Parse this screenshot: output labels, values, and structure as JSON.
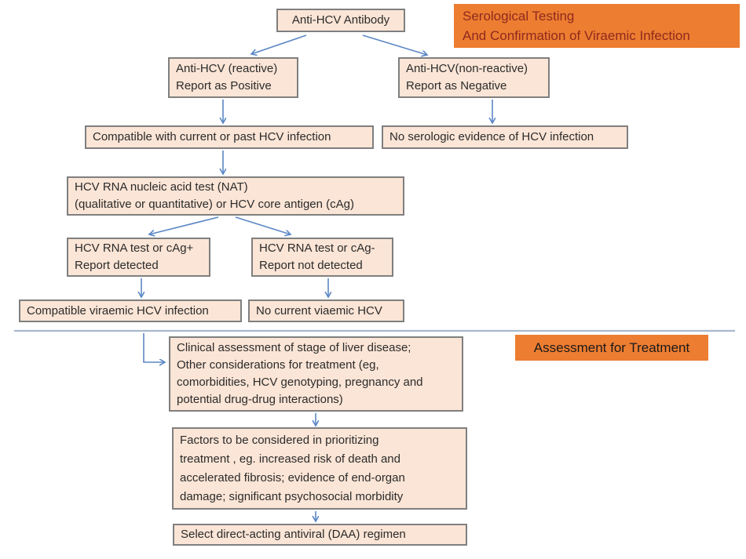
{
  "banners": {
    "serological": {
      "line1": "Serological Testing",
      "line2": "And Confirmation of Viraemic Infection"
    },
    "assessment": {
      "label": "Assessment for Treatment"
    }
  },
  "boxes": {
    "antibody": {
      "label": "Anti-HCV Antibody"
    },
    "reactive": {
      "line1": "Anti-HCV (reactive)",
      "line2": "Report as Positive"
    },
    "nonreactive": {
      "line1": "Anti-HCV(non-reactive)",
      "line2": "Report as Negative"
    },
    "compatible_infection": {
      "label": "Compatible with current or past HCV infection"
    },
    "no_serologic": {
      "label": "No serologic evidence of HCV infection"
    },
    "nat": {
      "line1": "HCV RNA nucleic acid test (NAT)",
      "line2": "(qualitative or quantitative) or HCV core antigen (cAg)"
    },
    "cag_positive": {
      "line1": "HCV RNA test or cAg+",
      "line2": "Report detected"
    },
    "cag_negative": {
      "line1": "HCV RNA test or cAg-",
      "line2": "Report not detected"
    },
    "compatible_viraemic": {
      "label": "Compatible viraemic HCV infection"
    },
    "no_current_viraemic": {
      "label": "No current viaemic HCV"
    },
    "clinical_assessment": {
      "lines": [
        "Clinical assessment of stage of liver disease;",
        "Other considerations for treatment (eg,",
        "comorbidities, HCV genotyping, pregnancy and",
        "potential drug-drug interactions)"
      ]
    },
    "prioritizing_factors": {
      "lines": [
        "Factors to be considered in prioritizing",
        "treatment , eg. increased risk of death and",
        "accelerated fibrosis; evidence of end-organ",
        "damage; significant psychosocial morbidity"
      ]
    },
    "select_daa": {
      "label": "Select direct-acting antiviral (DAA) regimen"
    }
  },
  "colors": {
    "box_fill": "#fbe5d6",
    "box_border": "#7f7f7f",
    "banner_fill": "#ed7d31",
    "serological_text": "#8f2a1e",
    "assessment_text": "#1a1a1a",
    "arrow": "#5b87c5",
    "divider": "#a7b8cd"
  }
}
